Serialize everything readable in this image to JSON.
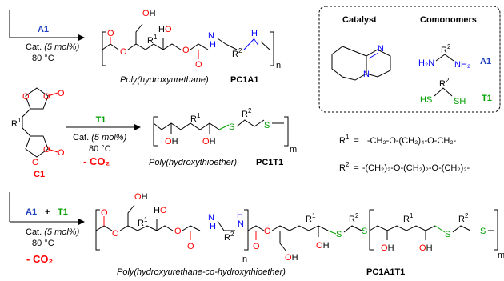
{
  "catalyst_box": {
    "catalyst_label": "Catalyst",
    "comonomers_label": "Comonomers",
    "a1_label": "A1",
    "t1_label": "T1",
    "a1_formula": {
      "left_group": "H₂N",
      "r": "R",
      "r_sup": "2",
      "right_group": "NH₂"
    },
    "t1_formula": {
      "left_group": "HS",
      "r": "R",
      "r_sup": "2",
      "right_group": "SH"
    }
  },
  "reaction1": {
    "reagent": "A1",
    "catalyst_text": "Cat.",
    "catalyst_amount": "(5 mol%)",
    "temperature": "80 °C",
    "polymer_name": "Poly(hydroxyurethane)",
    "polymer_code": "PC1A1"
  },
  "monomer": {
    "code": "C1",
    "r_label": "R",
    "r_sup": "1"
  },
  "reaction2": {
    "reagent": "T1",
    "catalyst_text": "Cat.",
    "catalyst_amount": "(5 mol%)",
    "temperature": "80 °C",
    "byproduct": "- CO₂",
    "polymer_name": "Poly(hydroxythioether)",
    "polymer_code": "PC1T1"
  },
  "definitions": {
    "r1": {
      "symbol": "R",
      "sup": "1",
      "eq": "=",
      "value": "-CH₂-O-(CH₂)₄-O-CH₂-"
    },
    "r2": {
      "symbol": "R",
      "sup": "2",
      "eq": "=",
      "value": "-(CH₂)₂-O-(CH₂)₂-O-(CH₂)₂-"
    }
  },
  "reaction3": {
    "reagent_a": "A1",
    "plus": "+",
    "reagent_b": "T1",
    "catalyst_text": "Cat.",
    "catalyst_amount": "(5 mol%)",
    "temperature": "80 °C",
    "byproduct": "- CO₂",
    "polymer_name": "Poly(hydroxyurethane-co-hydroxythioether)",
    "polymer_code": "PC1A1T1"
  },
  "atoms": {
    "O": "O",
    "OH": "OH",
    "N": "N",
    "H": "H",
    "S": "S",
    "R": "R",
    "one": "1",
    "two": "2",
    "n": "n",
    "m": "m"
  },
  "colors": {
    "oxygen": "#ff0000",
    "nitrogen": "#0000ff",
    "sulfur": "#00a000",
    "a1_reagent": "#1f3fbf",
    "t1_reagent": "#00a000",
    "co2": "#ff0000"
  }
}
